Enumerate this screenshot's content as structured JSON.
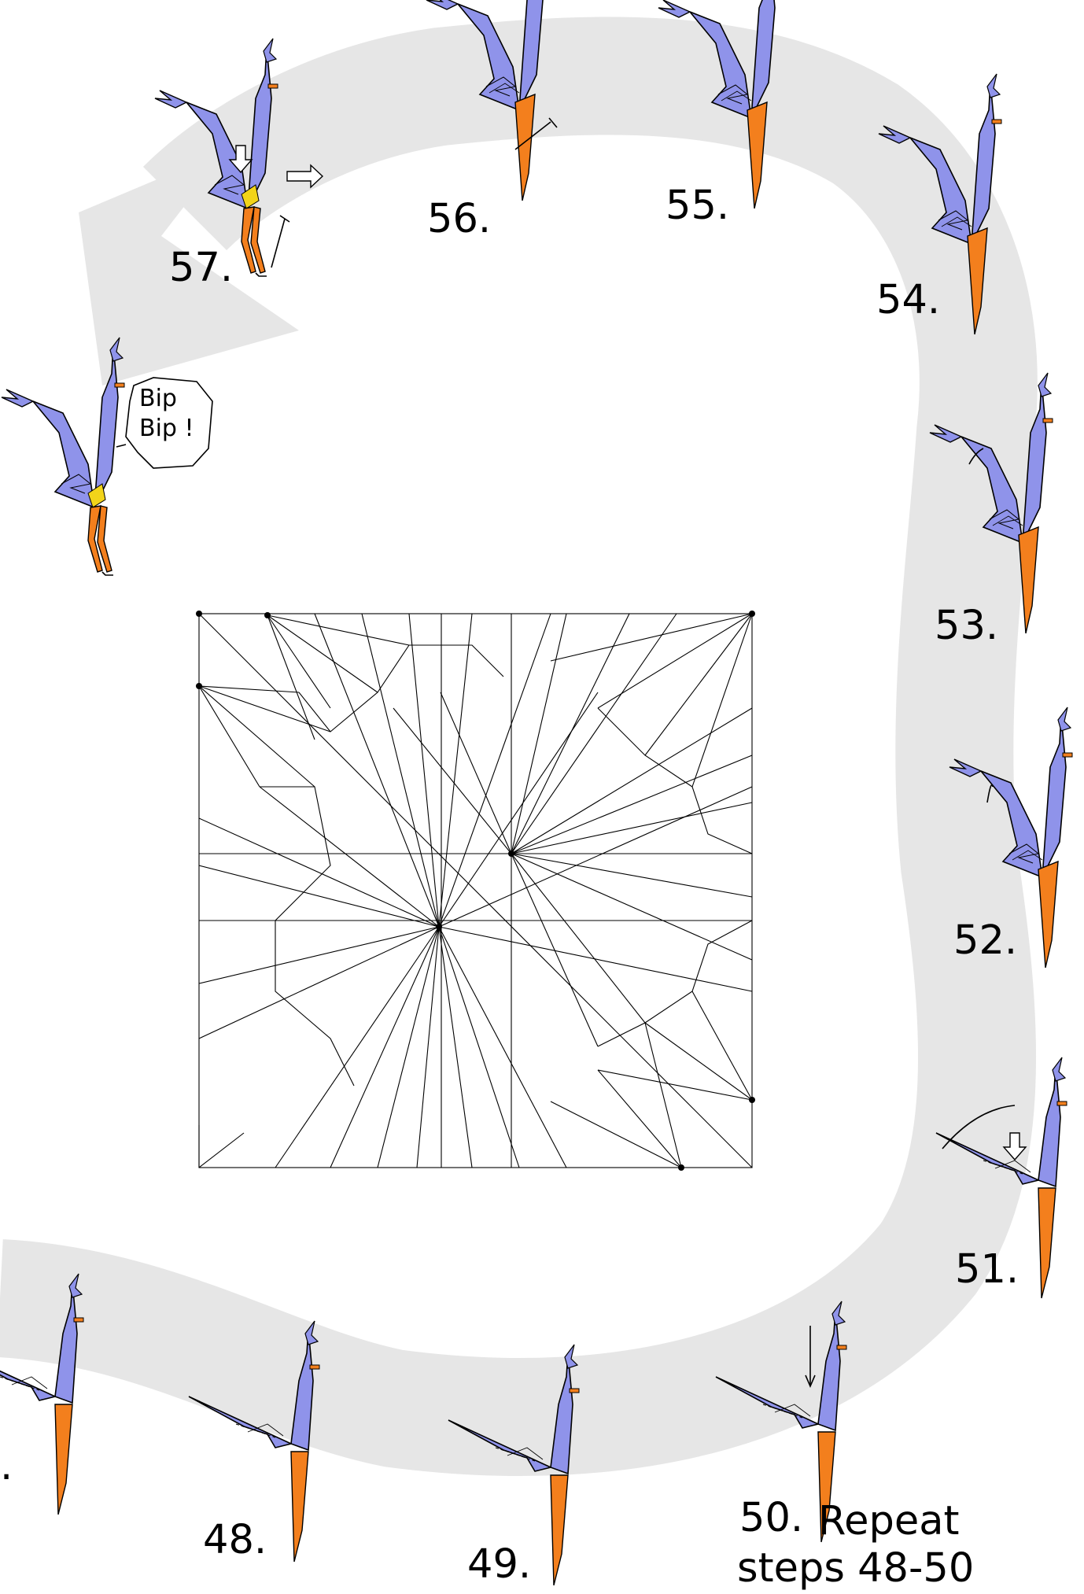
{
  "steps": [
    {
      "number": "48."
    },
    {
      "number": "49."
    },
    {
      "number": "50."
    },
    {
      "number": "51."
    },
    {
      "number": "52."
    },
    {
      "number": "53."
    },
    {
      "number": "54."
    },
    {
      "number": "55."
    },
    {
      "number": "56."
    },
    {
      "number": "57."
    }
  ],
  "partial_step_number": ".",
  "repeat_note": {
    "line1": "Repeat",
    "line2": "steps 48-50"
  },
  "speech_bubble": {
    "line1": "Bip",
    "line2": "Bip !"
  },
  "colors": {
    "path_band": "#e6e6e6",
    "body_fill": "#8f93ea",
    "leg_fill": "#f37f1d",
    "highlight_fill": "#f2d41a",
    "outline": "#000000"
  },
  "icons": [
    "speech-bubble-icon",
    "arrow-icon",
    "rotate-arrow-icon",
    "push-arrow-icon"
  ]
}
